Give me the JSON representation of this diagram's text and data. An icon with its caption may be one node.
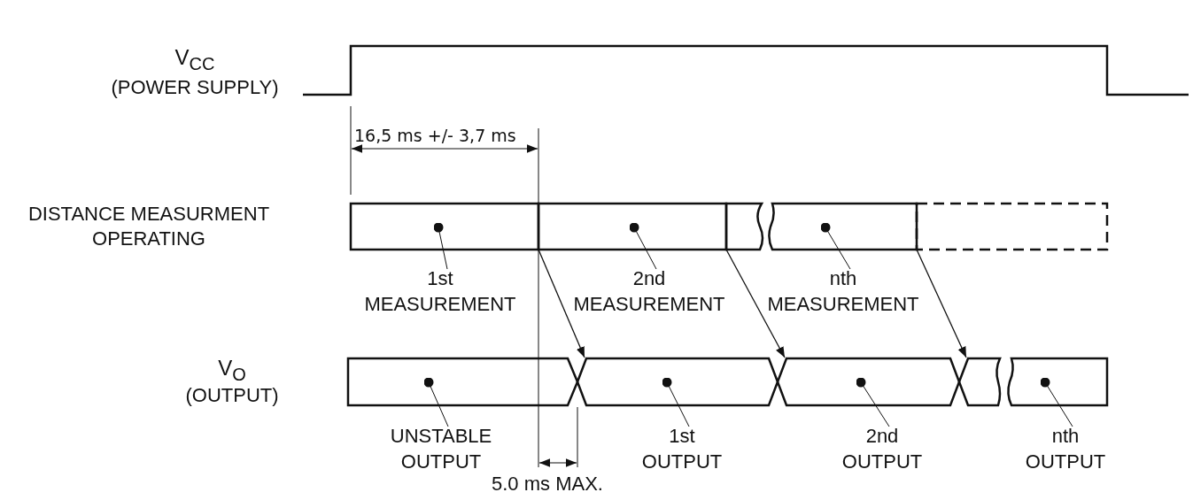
{
  "diagram": {
    "nodes": [
      {
        "text": [
          "1st MEASUREMENT"
        ]
      },
      {
        "text": [
          "2nd MEASUREMENT"
        ]
      },
      {
        "text": [
          "nth MEASUREMENT"
        ]
      },
      {
        "text": [
          "UNSTABLE OUTPUT"
        ]
      },
      {
        "text": [
          "1st OUTPUT"
        ]
      },
      {
        "text": [
          "2nd OUTPUT"
        ]
      },
      {
        "text": [
          "nth OUTPUT"
        ]
      },
      {
        "text": [],
        "shape": "box"
      },
      {
        "text": [],
        "shape": "box"
      },
      {
        "text": [],
        "shape": "box"
      },
      {
        "text": [],
        "shape": "box"
      },
      {
        "text": [],
        "shape": "box"
      },
      {
        "text": [],
        "shape": "box"
      },
      {
        "text": [],
        "shape": "box"
      },
      {
        "text": [],
        "shape": "box"
      },
      {
        "text": [],
        "shape": "box"
      },
      {
        "text": [],
        "shape": "box"
      }
    ],
    "edges": [
      {
        "from": 0,
        "to": 7,
        "arrow": "other"
      },
      {
        "from": 1,
        "to": 8,
        "arrow": "other"
      },
      {
        "from": 2,
        "to": 10,
        "arrow": "other"
      },
      {
        "from": 3,
        "to": 12,
        "arrow": "other"
      },
      {
        "from": 4,
        "to": 13,
        "arrow": "other"
      },
      {
        "from": 5,
        "to": 14,
        "arrow": "other"
      },
      {
        "from": 6,
        "to": 16,
        "arrow": "other"
      },
      {
        "from": 7,
        "to": 13,
        "arrow": "to"
      },
      {
        "from": 8,
        "to": 14,
        "arrow": "to"
      },
      {
        "from": 10,
        "to": 15,
        "arrow": "to"
      }
    ],
    "labels": [
      "V$_{CC}$",
      "(POWER SUPPLY)",
      "16,5 ms +/- 3,7 ms",
      "DISTANCE MEASURMENT OPERATING",
      "V$_{O}$",
      "(OUTPUT)",
      "5.0 ms MAX."
    ]
  }
}
